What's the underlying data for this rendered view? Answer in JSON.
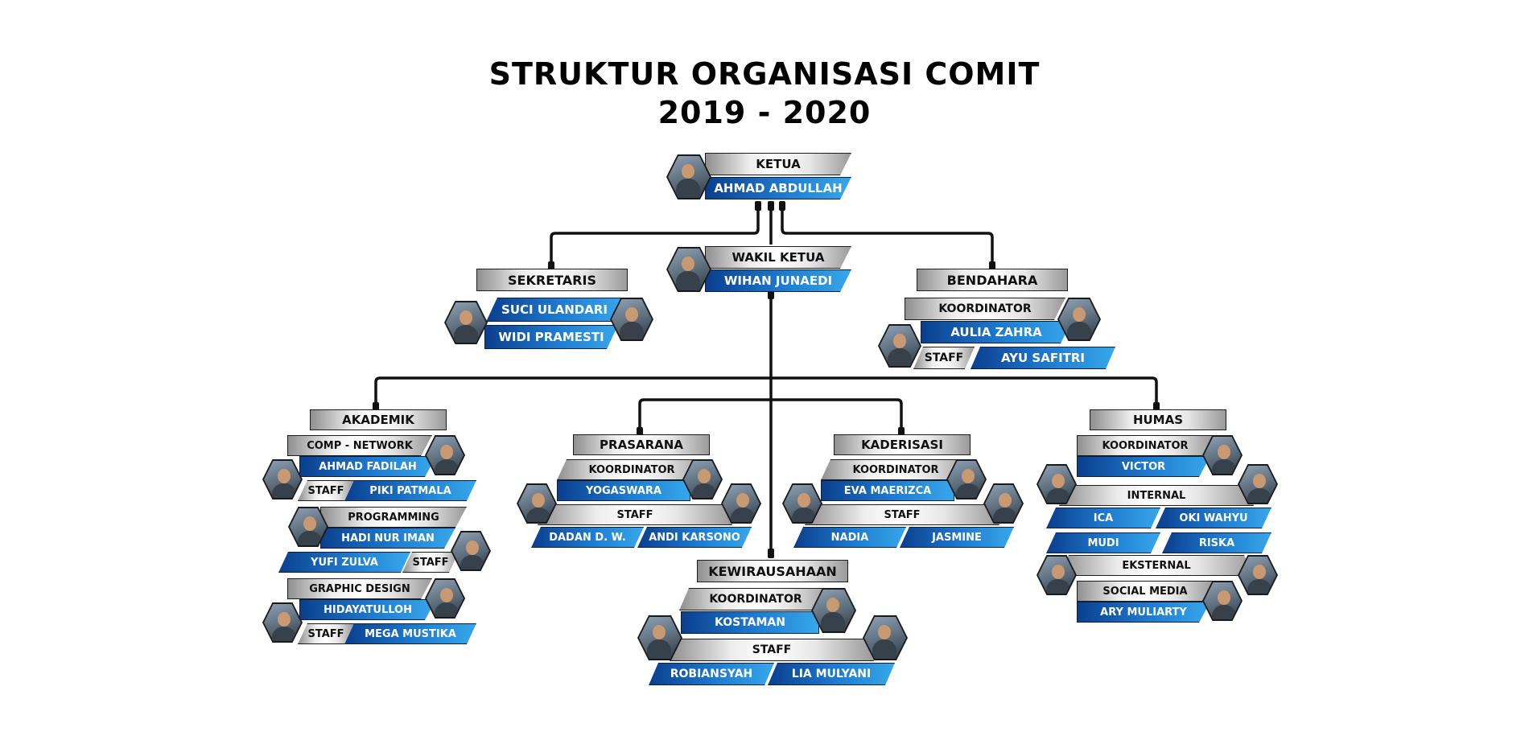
{
  "title": {
    "line1": "STRUKTUR ORGANISASI COMIT",
    "line2": "2019 - 2020"
  },
  "ketua": {
    "role": "KETUA",
    "name": "AHMAD ABDULLAH"
  },
  "wakil": {
    "role": "WAKIL KETUA",
    "name": "WIHAN JUNAEDI"
  },
  "sekretaris": {
    "role": "SEKRETARIS",
    "members": [
      "SUCI ULANDARI",
      "WIDI PRAMESTI"
    ]
  },
  "bendahara": {
    "role": "BENDAHARA",
    "koordinator_label": "KOORDINATOR",
    "koordinator": "AULIA ZAHRA",
    "staff_label": "STAFF",
    "staff": "AYU SAFITRI"
  },
  "akademik": {
    "role": "AKADEMIK",
    "network": {
      "label": "COMP - NETWORK",
      "koordinator": "AHMAD FADILAH",
      "staff_label": "STAFF",
      "staff": "PIKI PATMALA"
    },
    "programming": {
      "label": "PROGRAMMING",
      "koordinator": "HADI NUR IMAN",
      "staff_label": "STAFF",
      "staff": "YUFI ZULVA"
    },
    "design": {
      "label": "GRAPHIC DESIGN",
      "koordinator": "HIDAYATULLOH",
      "staff_label": "STAFF",
      "staff": "MEGA MUSTIKA"
    }
  },
  "prasarana": {
    "role": "PRASARANA",
    "koordinator_label": "KOORDINATOR",
    "koordinator": "YOGASWARA",
    "staff_label": "STAFF",
    "staff": [
      "DADAN D. W.",
      "ANDI KARSONO"
    ]
  },
  "kaderisasi": {
    "role": "KADERISASI",
    "koordinator_label": "KOORDINATOR",
    "koordinator": "EVA MAERIZCA",
    "staff_label": "STAFF",
    "staff": [
      "NADIA",
      "JASMINE"
    ]
  },
  "humas": {
    "role": "HUMAS",
    "koordinator_label": "KOORDINATOR",
    "koordinator": "VICTOR",
    "internal_label": "INTERNAL",
    "internal": [
      "ICA",
      "OKI WAHYU"
    ],
    "eksternal_staff": [
      "MUDI",
      "RISKA"
    ],
    "eksternal_label": "EKSTERNAL",
    "social_label": "SOCIAL MEDIA",
    "social": "ARY MULIARTY"
  },
  "kewirausahaan": {
    "role": "KEWIRAUSAHAAN",
    "koordinator_label": "KOORDINATOR",
    "koordinator": "KOSTAMAN",
    "staff_label": "STAFF",
    "staff": [
      "ROBIANSYAH",
      "LIA MULYANI"
    ]
  },
  "colors": {
    "connector": "#111111",
    "blue_dark": "#0b3f8e",
    "blue_light": "#36a7ea",
    "silver": "#ededed"
  }
}
